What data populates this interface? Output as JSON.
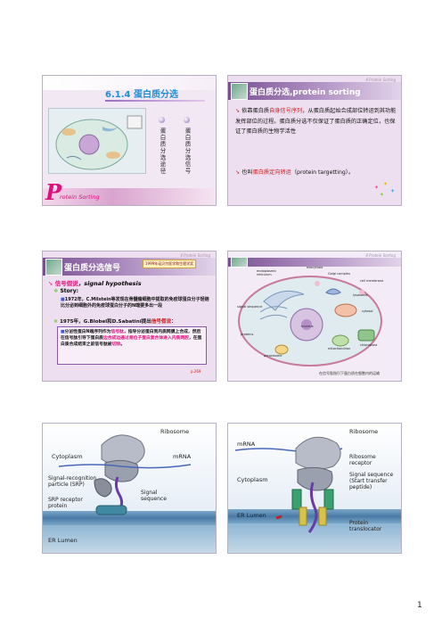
{
  "slide1": {
    "title": "6.1.4 蛋白质分选",
    "vlabel1": "蛋白质分选途径",
    "vlabel2": "蛋白质分选信号",
    "logo_letter": "P",
    "logo_rest": "rotein Sorting"
  },
  "slide2": {
    "header": "4 Protein Sorting",
    "title": "蛋白质分选,protein sorting",
    "p1_a": "依靠蛋白质",
    "p1_b": "自身信号序列",
    "p1_c": "，从蛋白质起始合成部位转运到其功能发挥部位的过程。蛋白质分选不仅保证了蛋白质的正确定位，也保证了蛋白质的生物学活性",
    "p2_a": "也叫",
    "p2_b": "蛋白质定向转运",
    "p2_c": "（protein targetting）。"
  },
  "slide3": {
    "header": "4 Protein Sorting",
    "title": "蛋白质分选信号",
    "badge": "1999年诺贝尔医学和生理学奖",
    "sub_a": "信号假说",
    "sub_b": "，signal hypothesis",
    "story": "Story:",
    "s1": "1972年，C.Milstein等发现在骨髓瘤细胞中提取的免疫球蛋白分子轻链比分泌到细胞外的免疫球蛋白分子的N端要多出一段",
    "s2_a": "1975年，G.Blobel和D.Sabatini提出",
    "s2_b": "信号假说",
    "s2_c": "：",
    "box_a": "分泌性蛋白N端序列作为",
    "box_b": "信号肽",
    "box_c": "，指导分泌蛋白到内质网膜上合成，然后在信号肽引导下蛋白质",
    "box_d": "边合成边通过易位子蛋白复合体进入内质网腔",
    "box_e": "，在蛋白质合成结束之前信号肽被",
    "box_f": "切除",
    "box_g": "。",
    "page": "p.269"
  },
  "slide4": {
    "header": "4 Protein Sorting",
    "labels": [
      "exocytosis",
      "Golgi complex",
      "endoplasmic reticulum",
      "cell membrane",
      "lysosome",
      "signal sequence",
      "nucleus",
      "mitochondrion",
      "peroxisome",
      "proteins",
      "chloroplast",
      "cytosol"
    ],
    "caption": "在信号肽指引下蛋白质在细胞内的运输"
  },
  "slide5": {
    "ribosome": "Ribosome",
    "cytoplasm": "Cytoplasm",
    "mrna": "mRNA",
    "srp": "Signal-recognition particle (SRP)",
    "signal_seq": "Signal sequence",
    "receptor": "SRP receptor protein",
    "lumen": "ER Lumen"
  },
  "slide6": {
    "mrna": "mRNA",
    "ribosome": "Ribosome",
    "rib_receptor": "Ribosome receptor",
    "cytoplasm": "Cytoplasm",
    "signal_seq": "Signal sequence (Start transfer peptide)",
    "lumen": "ER Lumen",
    "translocator": "Protein translocator"
  },
  "page_number": "1"
}
